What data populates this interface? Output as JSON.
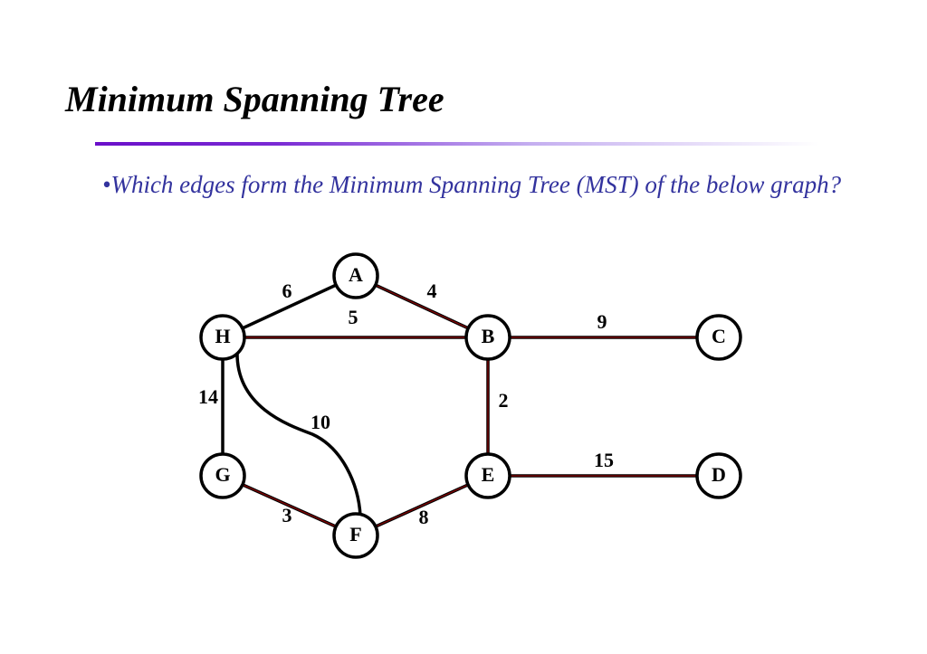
{
  "slide": {
    "title": "Minimum Spanning Tree",
    "question": "•Which edges form the Minimum Spanning Tree (MST) of the below graph?"
  },
  "colors": {
    "title_rule_start": "#6a0fc9",
    "question_text": "#33339e",
    "edge_stroke": "#000000",
    "edge_highlight": "#8b0000"
  },
  "graph": {
    "nodes": [
      {
        "id": "A",
        "label": "A"
      },
      {
        "id": "B",
        "label": "B"
      },
      {
        "id": "C",
        "label": "C"
      },
      {
        "id": "D",
        "label": "D"
      },
      {
        "id": "E",
        "label": "E"
      },
      {
        "id": "F",
        "label": "F"
      },
      {
        "id": "G",
        "label": "G"
      },
      {
        "id": "H",
        "label": "H"
      }
    ],
    "edges": [
      {
        "from": "H",
        "to": "A",
        "weight": "6"
      },
      {
        "from": "A",
        "to": "B",
        "weight": "4"
      },
      {
        "from": "H",
        "to": "B",
        "weight": "5"
      },
      {
        "from": "B",
        "to": "C",
        "weight": "9"
      },
      {
        "from": "H",
        "to": "G",
        "weight": "14"
      },
      {
        "from": "B",
        "to": "E",
        "weight": "2"
      },
      {
        "from": "H",
        "to": "F",
        "weight": "10"
      },
      {
        "from": "E",
        "to": "D",
        "weight": "15"
      },
      {
        "from": "G",
        "to": "F",
        "weight": "3"
      },
      {
        "from": "F",
        "to": "E",
        "weight": "8"
      }
    ]
  }
}
